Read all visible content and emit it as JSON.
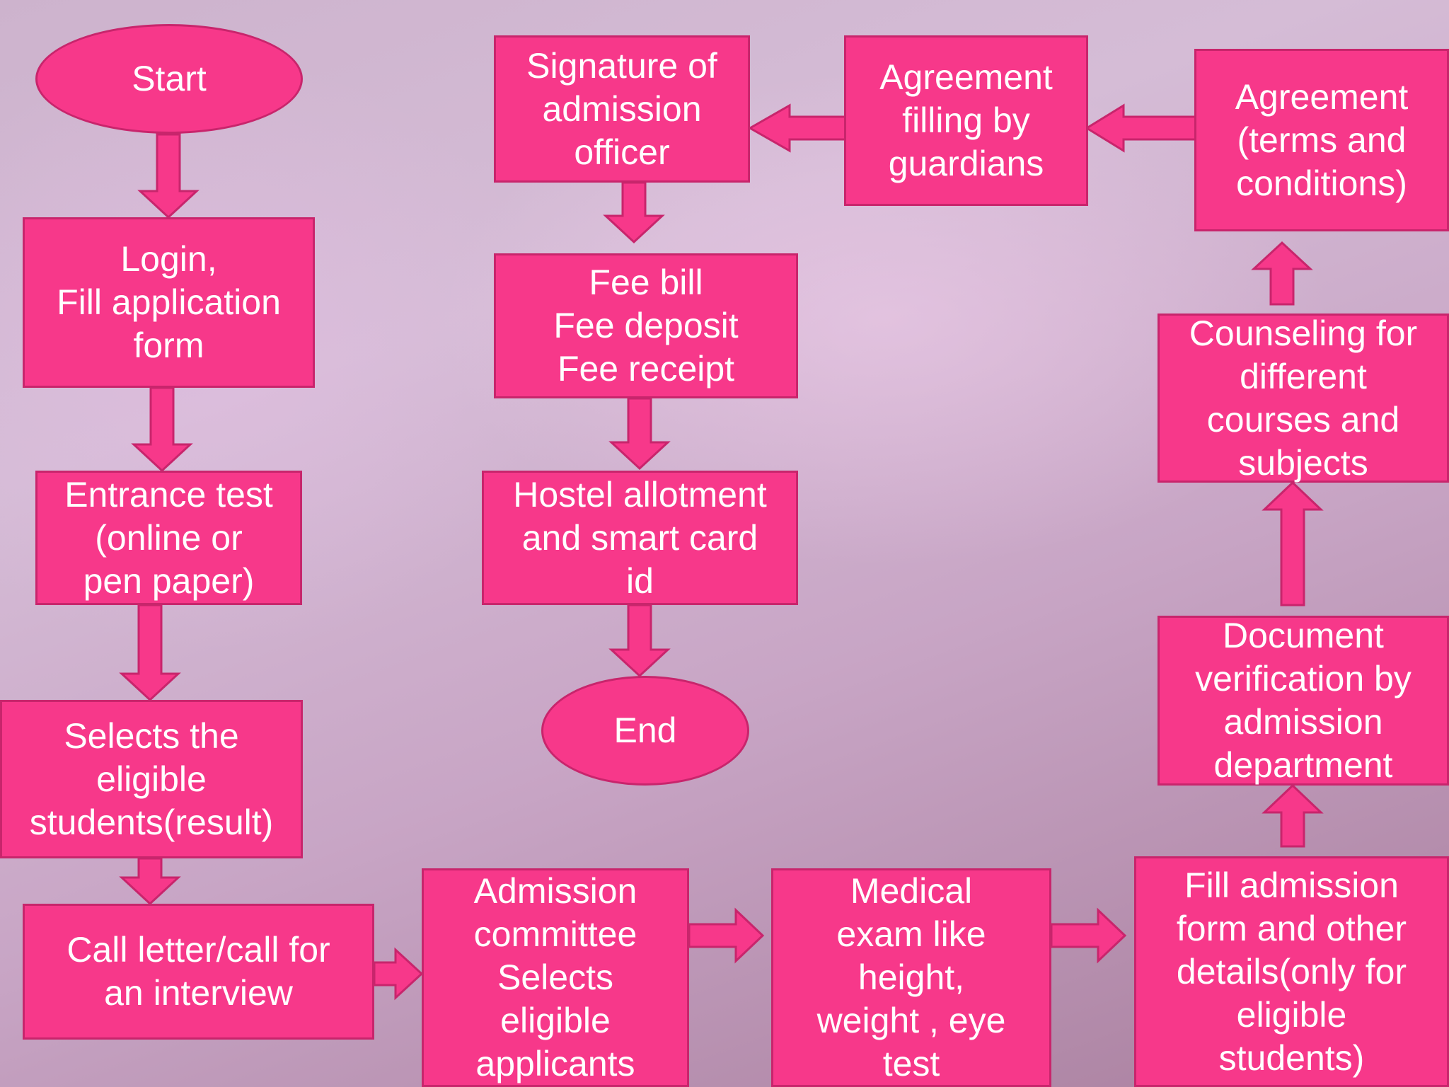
{
  "nodes": {
    "start": "Start",
    "login": "Login,\nFill application\nform",
    "entrance": "Entrance test\n(online or\npen paper)",
    "selects": "Selects the\neligible\nstudents(result)",
    "call_letter": "Call letter/call for\nan interview",
    "committee": "Admission\ncommittee\nSelects\neligible\napplicants",
    "medical": "Medical\nexam like\nheight,\nweight , eye\ntest",
    "fill_admission": "Fill admission\nform and other\ndetails(only for\neligible\nstudents)",
    "document": "Document\nverification by\nadmission\ndepartment",
    "counseling": "Counseling for\ndifferent\ncourses and\nsubjects",
    "agreement_terms": "Agreement\n(terms and\nconditions)",
    "agreement_filling": "Agreement\nfilling by\nguardians",
    "signature": "Signature of\nadmission\nofficer",
    "fee": "Fee bill\nFee deposit\nFee receipt",
    "hostel": "Hostel allotment\nand smart card\nid",
    "end": "End"
  },
  "colors": {
    "node_fill": "#f7388a",
    "node_border": "#c8256c",
    "text": "#ffffff"
  }
}
